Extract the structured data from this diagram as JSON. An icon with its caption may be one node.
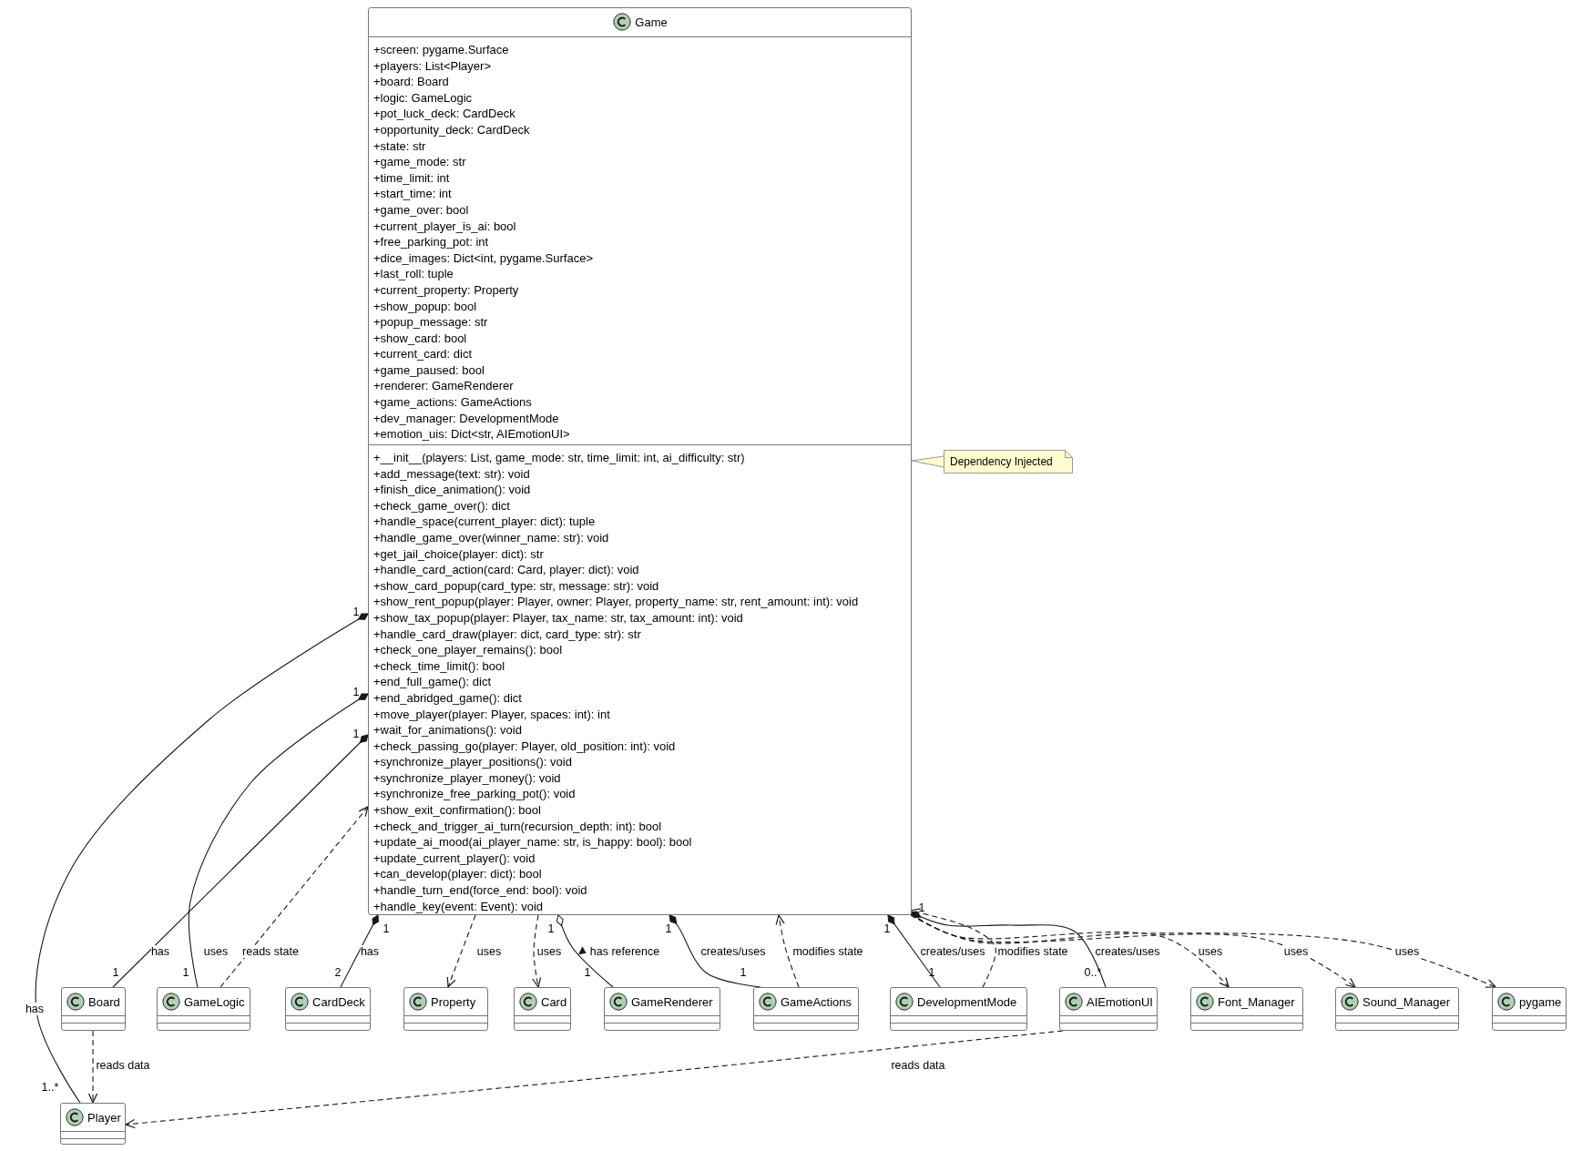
{
  "diagram": {
    "nodes": [
      {
        "text": [
          "Game"
        ]
      },
      {
        "text": [
          "+screen: pygame.Surface",
          "+players: List<Player>",
          "+board: Board",
          "+logic: GameLogic",
          "+pot_luck_deck: CardDeck",
          "+opportunity_deck: CardDeck",
          "+state: str",
          "+game_mode: str",
          "+time_limit: int",
          "+start_time: int",
          "+game_over: bool",
          "+current_player_is_ai: bool",
          "+free_parking_pot: int",
          "+dice_images: Dict<int, pygame.Surface>",
          "+last_roll: tuple",
          "+current_property: Property",
          "+show_popup: bool",
          "+popup_message: str",
          "+show_card: bool",
          "+current_card: dict",
          "+game_paused: bool",
          "+renderer: GameRenderer",
          "+game_actions: GameActions",
          "+dev_manager: DevelopmentMode",
          "+emotion_uis: Dict<str, AIEmotionUI>"
        ],
        "in": 0
      },
      {
        "text": [
          "+__init__(players: List, game_mode: str, time_limit: int, ai_difficulty: str)",
          "+add_message(text: str): void",
          "+finish_dice_animation(): void",
          "+check_game_over(): dict",
          "+handle_space(current_player: dict): tuple",
          "+handle_game_over(winner_name: str): void",
          "+get_jail_choice(player: dict): str",
          "+handle_card_action(card: Card, player: dict): void",
          "+show_card_popup(card_type: str, message: str): void",
          "+show_rent_popup(player: Player, owner: Player, property_name: str, rent_amount: int): void",
          "+show_tax_popup(player: Player, tax_name: str, tax_amount: int): void",
          "+handle_card_draw(player: dict, card_type: str): str",
          "+check_one_player_remains(): bool",
          "+check_time_limit(): bool",
          "+end_full_game(): dict",
          "+end_abridged_game(): dict",
          "+move_player(player: Player, spaces: int): int",
          "+wait_for_animations(): void",
          "+check_passing_go(player: Player, old_position: int): void",
          "+synchronize_player_positions(): void",
          "+synchronize_player_money(): void",
          "+synchronize_free_parking_pot(): void",
          "+show_exit_confirmation(): bool",
          "+check_and_trigger_ai_turn(recursion_depth: int): bool",
          "+update_ai_mood(ai_player_name: str, is_happy: bool): bool",
          "+update_current_player(): void",
          "+can_develop(player: dict): bool",
          "+handle_turn_end(force_end: bool): void",
          "+handle_key(event: Event): void"
        ],
        "in": 0
      },
      {
        "text": [
          "Dependency Injected"
        ]
      },
      {
        "text": [
          "Board"
        ]
      },
      {
        "text": [
          "GameLogic"
        ]
      },
      {
        "text": [
          "CardDeck"
        ]
      },
      {
        "text": [
          "Property"
        ]
      },
      {
        "text": [
          "Card"
        ]
      },
      {
        "text": [
          "GameRenderer"
        ]
      },
      {
        "text": [
          "GameActions"
        ]
      },
      {
        "text": [
          "DevelopmentMode"
        ]
      },
      {
        "text": [
          "AIEmotionUI"
        ]
      },
      {
        "text": [
          "Font_Manager"
        ]
      },
      {
        "text": [
          "Sound_Manager"
        ]
      },
      {
        "text": [
          "pygame"
        ]
      },
      {
        "text": [
          "Player"
        ]
      }
    ],
    "edges": [
      {
        "from": 0,
        "to": 16,
        "arrow": "other",
        "label": "has"
      },
      {
        "from": 0,
        "to": 4,
        "arrow": "other",
        "label": "has"
      },
      {
        "from": 0,
        "to": 5,
        "arrow": "other",
        "label": "uses"
      },
      {
        "from": 5,
        "to": 0,
        "arrow": "to",
        "label": "reads state",
        "style": "dashed"
      },
      {
        "from": 0,
        "to": 6,
        "arrow": "other",
        "label": "has"
      },
      {
        "from": 0,
        "to": 7,
        "arrow": "to",
        "label": "uses",
        "style": "dashed"
      },
      {
        "from": 0,
        "to": 8,
        "arrow": "to",
        "label": "uses",
        "style": "dashed"
      },
      {
        "from": 0,
        "to": 9,
        "arrow": "other",
        "label": "has reference"
      },
      {
        "from": 0,
        "to": 10,
        "arrow": "other",
        "label": "creates/uses"
      },
      {
        "from": 10,
        "to": 0,
        "arrow": "to",
        "label": "modifies state",
        "style": "dashed"
      },
      {
        "from": 0,
        "to": 11,
        "arrow": "other",
        "label": "creates/uses"
      },
      {
        "from": 11,
        "to": 0,
        "arrow": "to",
        "label": "modifies state",
        "style": "dashed"
      },
      {
        "from": 0,
        "to": 12,
        "arrow": "other",
        "label": "creates/uses"
      },
      {
        "from": 0,
        "to": 13,
        "arrow": "to",
        "label": "uses",
        "style": "dashed"
      },
      {
        "from": 0,
        "to": 14,
        "arrow": "to",
        "label": "uses",
        "style": "dashed"
      },
      {
        "from": 0,
        "to": 15,
        "arrow": "to",
        "label": "uses",
        "style": "dashed"
      },
      {
        "from": 4,
        "to": 16,
        "arrow": "to",
        "label": "reads data",
        "style": "dashed"
      },
      {
        "from": 12,
        "to": 16,
        "arrow": "to",
        "label": "reads data",
        "style": "dashed"
      },
      {
        "from": 3,
        "to": 0,
        "arrow": "none",
        "color": "#999999"
      }
    ],
    "labels": [
      "1",
      "1",
      "1",
      "1",
      "1",
      "1",
      "1",
      "1",
      "1",
      "1",
      "2",
      "1",
      "1",
      "1",
      "0..*",
      "1..*"
    ]
  }
}
